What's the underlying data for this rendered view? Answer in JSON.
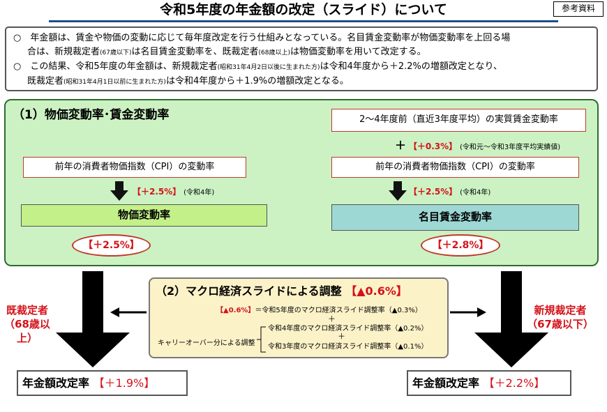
{
  "header": {
    "title": "令和5年度の年金額の改定（スライド）について",
    "reference_badge": "参考資料"
  },
  "intro": {
    "p1_a": "○　年金額は、賃金や物価の変動に応じて毎年度改定を行う仕組みとなっている。名目賃金変動率が物価変動率を上回る場",
    "p1_b1": "合は、新規裁定者",
    "p1_b2": "(67歳以下)",
    "p1_b3": "は名目賃金変動率を、既裁定者",
    "p1_b4": "(68歳以上)",
    "p1_b5": "は物価変動率を用いて改定する。",
    "p2_a1": "○　この結果、令和5年度の年金額は、新規裁定者",
    "p2_a2": "(昭和31年4月2日以後に生まれた方)",
    "p2_a3": "は令和4年度から＋2.2%の増額改定となり、",
    "p2_b1": "既裁定者",
    "p2_b2": "(昭和31年4月1日以前に生まれた方)",
    "p2_b3": "は令和4年度から＋1.9%の増額改定となる。"
  },
  "section1": {
    "title": "（1）物価変動率･賃金変動率",
    "left": {
      "cpi_box": "前年の消費者物価指数（CPI）の変動率",
      "cpi_value": "【＋2.5%】",
      "cpi_note": "(令和4年)",
      "bar_label": "物価変動率",
      "result": "【＋2.5%】"
    },
    "right": {
      "wage_box": "2～4年度前（直近3年度平均）の実質賃金変動率",
      "plus_sign": "＋",
      "wage_value": "【＋0.3%】",
      "wage_note": "(令和元～令和3年度平均実績値)",
      "cpi_box": "前年の消費者物価指数（CPI）の変動率",
      "cpi_value": "【＋2.5%】",
      "cpi_note": "(令和4年)",
      "bar_label": "名目賃金変動率",
      "result": "【＋2.8%】"
    }
  },
  "section2": {
    "title": "（2）マクロ経済スライドによる調整",
    "title_value": "【▲0.6%】",
    "line1_value": "【▲0.6%】",
    "line1_text": "＝令和5年度のマクロ経済スライド調整率（▲0.3%）",
    "plus1": "＋",
    "carryover_label": "キャリーオーバー分による調整",
    "line2": "令和4年度のマクロ経済スライド調整率（▲0.2%）",
    "plus2": "＋",
    "line3": "令和3年度のマクロ経済スライド調整率（▲0.1%）"
  },
  "left_side": {
    "label1": "既裁定者",
    "label2": "（68歳以上）",
    "result_label": "年金額改定率",
    "result_value": "【＋1.9%】"
  },
  "right_side": {
    "label1": "新規裁定者",
    "label2": "（67歳以下）",
    "result_label": "年金額改定率",
    "result_value": "【＋2.2%】"
  },
  "colors": {
    "accent_red": "#d4111a",
    "panel_green": "#ccf2c4",
    "bar_green": "#c3f089",
    "bar_teal": "#9ed8d4",
    "macro_yellow": "#fcf2c8",
    "title_rule_blue": "#1f4e8c"
  }
}
